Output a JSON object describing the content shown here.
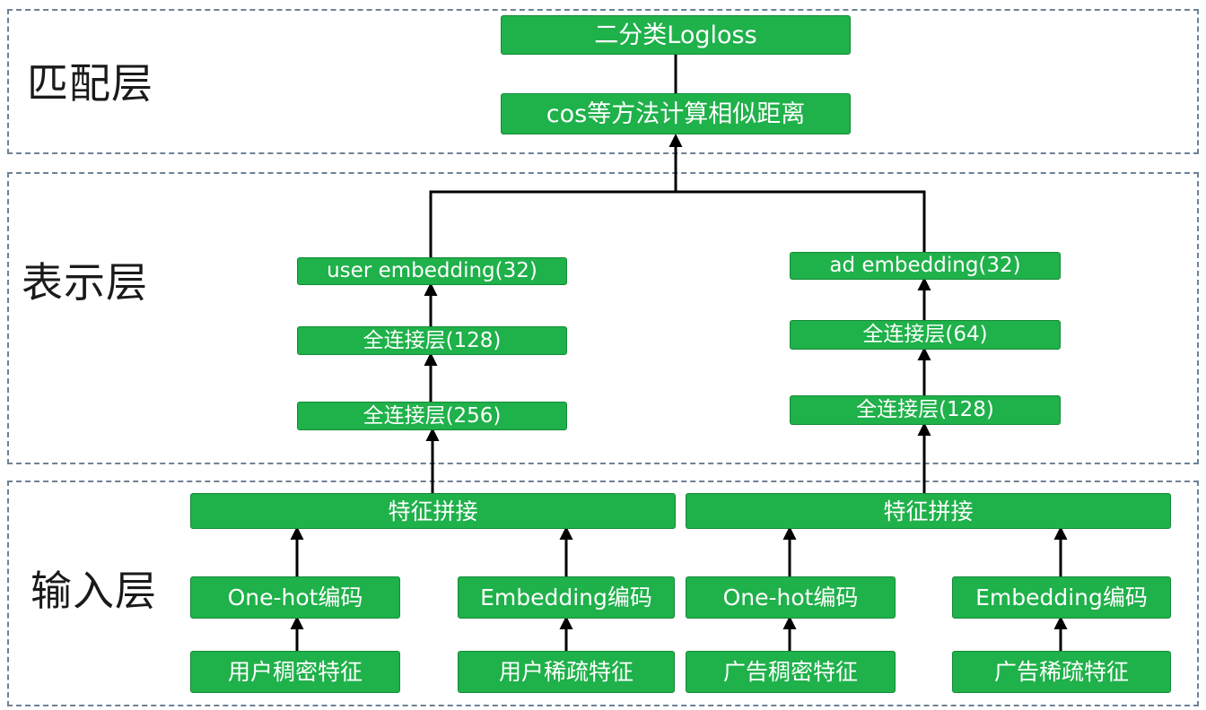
{
  "layers": {
    "match": {
      "title": "匹配层"
    },
    "represent": {
      "title": "表示层"
    },
    "input": {
      "title": "输入层"
    }
  },
  "nodes": {
    "binary_logloss": "二分类Logloss",
    "cos_similarity": "cos等方法计算相似距离",
    "user_embedding": "user embedding(32)",
    "user_fc_128": "全连接层(128)",
    "user_fc_256": "全连接层(256)",
    "ad_embedding": "ad embedding(32)",
    "ad_fc_64": "全连接层(64)",
    "ad_fc_128": "全连接层(128)",
    "user_concat": "特征拼接",
    "ad_concat": "特征拼接",
    "user_onehot": "One-hot编码",
    "user_embedding_enc": "Embedding编码",
    "ad_onehot": "One-hot编码",
    "ad_embedding_enc": "Embedding编码",
    "user_dense": "用户稠密特征",
    "user_sparse": "用户稀疏特征",
    "ad_dense": "广告稠密特征",
    "ad_sparse": "广告稀疏特征"
  },
  "colors": {
    "node_fill": "#1fb14a",
    "node_border": "#148a36",
    "node_text": "#ffffff",
    "layer_border": "#6e8296",
    "edge": "#000000"
  }
}
